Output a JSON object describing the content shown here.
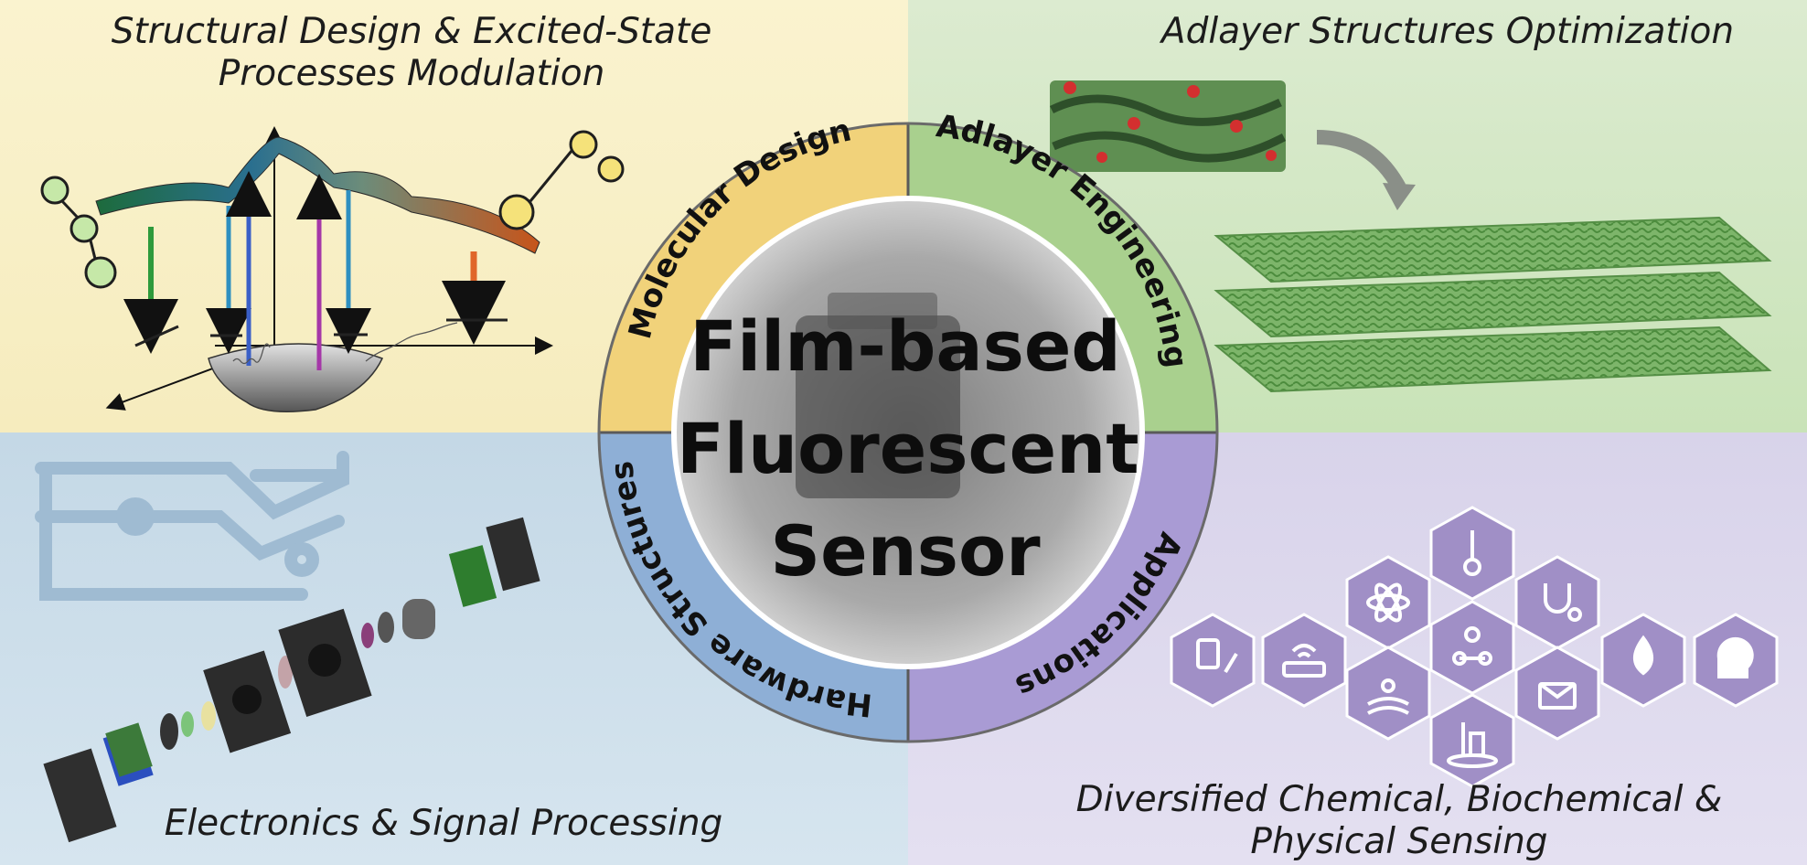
{
  "quadrants": {
    "top_left": {
      "title_line1": "Structural Design & Excited-State",
      "title_line2": "Processes Modulation",
      "color": "#f6ecbe"
    },
    "top_right": {
      "title": "Adlayer Structures Optimization",
      "color": "#c9e3b8"
    },
    "bottom_left": {
      "title": "Electronics & Signal Processing",
      "color": "#c4d8e6"
    },
    "bottom_right": {
      "title_line1": "Diversified Chemical, Biochemical &",
      "title_line2": "Physical Sensing",
      "color": "#d8d3ea"
    }
  },
  "hub": {
    "title_line1": "Film-based",
    "title_line2": "Fluorescent",
    "title_line3": "Sensor",
    "segments": {
      "top_left": {
        "label": "Molecular Design",
        "color": "#f1d27a"
      },
      "top_right": {
        "label": "Adlayer Engineering",
        "color": "#a9d08e"
      },
      "bottom_left": {
        "label": "Hardware Structures",
        "color": "#8eafd6"
      },
      "bottom_right": {
        "label": "Applications",
        "color": "#a99bd4"
      }
    }
  },
  "icons": [
    "medicine-icon",
    "router-icon",
    "atom-icon",
    "thermometer-icon",
    "network-icon",
    "stethoscope-icon",
    "water-drop-icon",
    "brain-gear-icon",
    "farm-icon",
    "email-icon",
    "food-icon"
  ]
}
